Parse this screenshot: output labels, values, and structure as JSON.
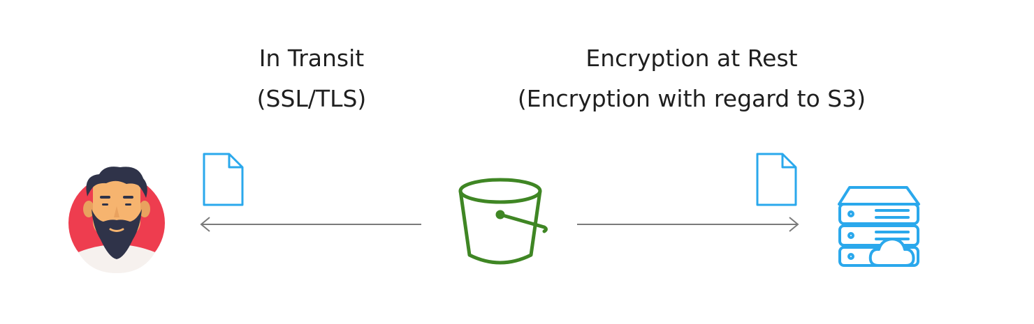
{
  "labels": {
    "in_transit_title": "In Transit",
    "in_transit_sub": "(SSL/TLS)",
    "at_rest_title": "Encryption at Rest",
    "at_rest_sub": "(Encryption with regard to S3)"
  },
  "icons": {
    "user": "bearded-user-avatar",
    "file_left": "document-icon",
    "bucket": "s3-bucket-icon",
    "file_right": "document-icon",
    "server": "cloud-server-icon"
  },
  "colors": {
    "file_blue": "#2aa8ec",
    "server_blue": "#2aa8ec",
    "bucket_green": "#3f8624",
    "arrow_gray": "#7a7a7a",
    "avatar_red": "#ee3d4f",
    "beard_navy": "#2f3349",
    "skin": "#f6b46f"
  }
}
